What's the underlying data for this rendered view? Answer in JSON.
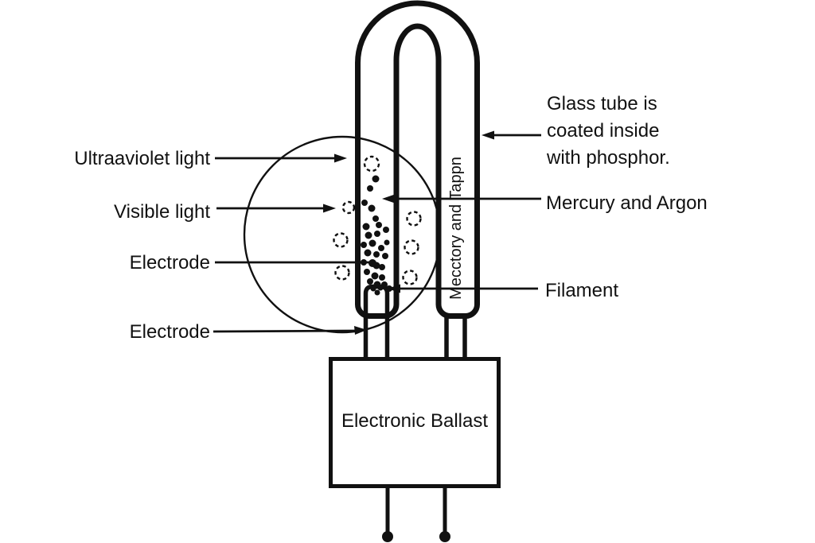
{
  "labels": {
    "ultraviolet": "Ultraaviolet light",
    "visible": "Visible light",
    "electrode_top": "Electrode",
    "electrode_bottom": "Electrode",
    "glass_tube": "Glass tube is\ncoated inside\nwith phosphor.",
    "mercury_argon": "Mercury and Argon",
    "filament": "Filament",
    "tube_coating_text": "Mecctory and Tappn",
    "ballast": "Electronic Ballast"
  },
  "colors": {
    "ink": "#111111",
    "background": "#ffffff"
  },
  "atoms": {
    "mercury_dots": [
      [
        472,
        225,
        4.5
      ],
      [
        465,
        237,
        4
      ],
      [
        458,
        255,
        4
      ],
      [
        467,
        262,
        4.5
      ],
      [
        472,
        275,
        4
      ],
      [
        460,
        285,
        4.5
      ],
      [
        476,
        283,
        4
      ],
      [
        463,
        296,
        4.5
      ],
      [
        474,
        294,
        4
      ],
      [
        485,
        289,
        4
      ],
      [
        457,
        308,
        4
      ],
      [
        468,
        306,
        4.5
      ],
      [
        479,
        312,
        4
      ],
      [
        486,
        305,
        3.5
      ],
      [
        462,
        318,
        4.5
      ],
      [
        473,
        320,
        4
      ],
      [
        484,
        322,
        4
      ],
      [
        457,
        330,
        4
      ],
      [
        468,
        331,
        5
      ],
      [
        473,
        334,
        4.5
      ],
      [
        480,
        336,
        4
      ],
      [
        461,
        342,
        4
      ],
      [
        471,
        347,
        4.5
      ],
      [
        480,
        349,
        4
      ],
      [
        465,
        354,
        4
      ],
      [
        474,
        358,
        4.5
      ],
      [
        483,
        358,
        4
      ],
      [
        469,
        363,
        3.5
      ],
      [
        478,
        362,
        3.5
      ],
      [
        489,
        363,
        4
      ],
      [
        474,
        368,
        3.5
      ]
    ],
    "argon_circles": [
      [
        467,
        206,
        9
      ],
      [
        438,
        261,
        7
      ],
      [
        428,
        302,
        8.5
      ],
      [
        430,
        343,
        8.5
      ],
      [
        520,
        275,
        8.5
      ],
      [
        517,
        311,
        8.5
      ],
      [
        515,
        349,
        8.5
      ]
    ]
  }
}
